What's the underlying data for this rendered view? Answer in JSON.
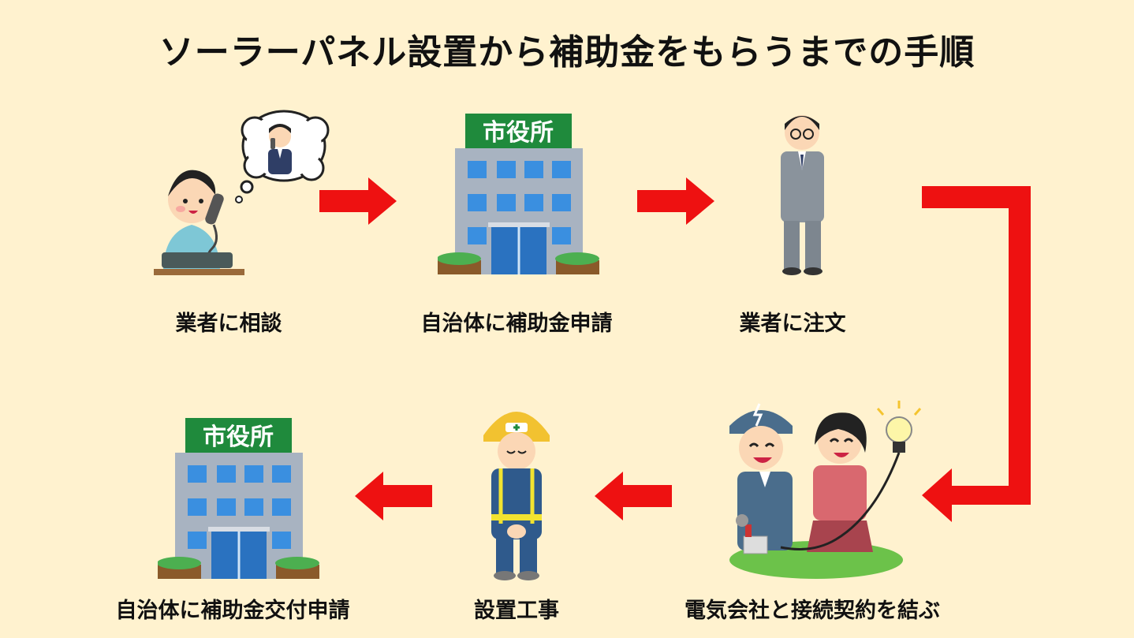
{
  "title": "ソーラーパネル設置から補助金をもらうまでの手順",
  "steps": [
    {
      "label": "業者に相談",
      "icon": "phone-consultation-icon"
    },
    {
      "label": "自治体に補助金申請",
      "icon": "city-hall-icon"
    },
    {
      "label": "業者に注文",
      "icon": "businessman-icon"
    },
    {
      "label": "電気会社と接続契約を結ぶ",
      "icon": "electric-company-handshake-icon"
    },
    {
      "label": "設置工事",
      "icon": "construction-worker-icon"
    },
    {
      "label": "自治体に補助金交付申請",
      "icon": "city-hall-icon"
    }
  ],
  "building_sign": "市役所",
  "colors": {
    "background": "#fff2cf",
    "arrow": "#ee1111",
    "sign": "#1f8a3c",
    "building": "#a8b3c1",
    "window": "#3a8fe0"
  }
}
